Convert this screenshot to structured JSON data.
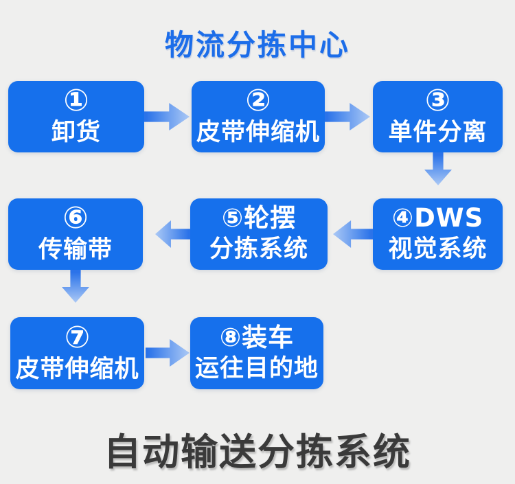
{
  "header": {
    "title": "物流分拣中心"
  },
  "footer": {
    "title": "自动输送分拣系统"
  },
  "colors": {
    "bg": "#efefee",
    "box-blue": "#1670ec",
    "title-blue": "#1c6de9",
    "arrow-solid": "#2b73e9",
    "arrow-light": "#a7c6f5",
    "dark-text": "#3a3a3a"
  },
  "flow": {
    "boxes": [
      {
        "step": 1,
        "line1": "①",
        "line2": "卸货"
      },
      {
        "step": 2,
        "line1": "②",
        "line2": "皮带伸缩机"
      },
      {
        "step": 3,
        "line1": "③",
        "line2": "单件分离"
      },
      {
        "step": 4,
        "line1": "④DWS",
        "line2": "视觉系统"
      },
      {
        "step": 5,
        "line1": "⑤轮摆",
        "line2": "分拣系统"
      },
      {
        "step": 6,
        "line1": "⑥",
        "line2": "传输带"
      },
      {
        "step": 7,
        "line1": "⑦",
        "line2": "皮带伸缩机"
      },
      {
        "step": 8,
        "line1": "⑧装车",
        "line2": "运往目的地"
      }
    ],
    "arrows": [
      {
        "from": 1,
        "to": 2,
        "direction": "right"
      },
      {
        "from": 2,
        "to": 3,
        "direction": "right"
      },
      {
        "from": 3,
        "to": 4,
        "direction": "down"
      },
      {
        "from": 4,
        "to": 5,
        "direction": "left"
      },
      {
        "from": 5,
        "to": 6,
        "direction": "left"
      },
      {
        "from": 6,
        "to": 7,
        "direction": "down"
      },
      {
        "from": 7,
        "to": 8,
        "direction": "right"
      }
    ]
  }
}
